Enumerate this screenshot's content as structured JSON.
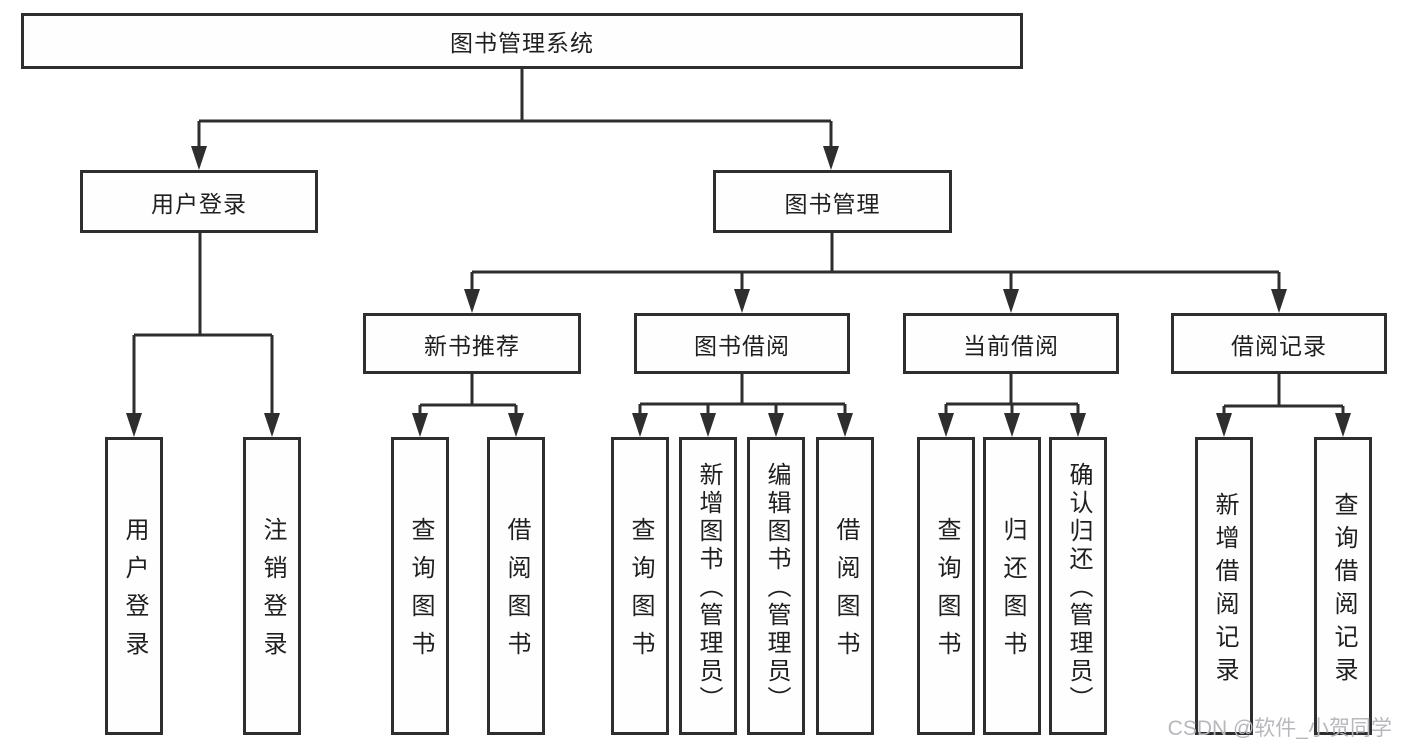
{
  "diagram": {
    "type": "hierarchy-tree",
    "root": {
      "label": "图书管理系统"
    },
    "level2": {
      "user_login": {
        "label": "用户登录"
      },
      "book_mgmt": {
        "label": "图书管理"
      }
    },
    "level3": {
      "new_book_rec": {
        "label": "新书推荐"
      },
      "book_borrow": {
        "label": "图书借阅"
      },
      "current_borrow": {
        "label": "当前借阅"
      },
      "borrow_records": {
        "label": "借阅记录"
      }
    },
    "leaves": {
      "user_login_leaf": {
        "label": "用户登录"
      },
      "logout": {
        "label": "注销登录"
      },
      "rec_query_books": {
        "label": "查询图书"
      },
      "rec_borrow_books": {
        "label": "借阅图书"
      },
      "bb_query_books": {
        "label": "查询图书"
      },
      "bb_add_books": {
        "label": "新增图书（管理员）"
      },
      "bb_edit_books": {
        "label": "编辑图书（管理员）"
      },
      "bb_borrow_books": {
        "label": "借阅图书"
      },
      "cb_query_books": {
        "label": "查询图书"
      },
      "cb_return_books": {
        "label": "归还图书"
      },
      "cb_confirm_return": {
        "label": "确认归还（管理员）"
      },
      "br_add_record": {
        "label": "新增借阅记录"
      },
      "br_query_record": {
        "label": "查询借阅记录"
      }
    },
    "hierarchy": {
      "图书管理系统": [
        "用户登录",
        "图书管理"
      ],
      "用户登录": [
        "用户登录",
        "注销登录"
      ],
      "图书管理": [
        "新书推荐",
        "图书借阅",
        "当前借阅",
        "借阅记录"
      ],
      "新书推荐": [
        "查询图书",
        "借阅图书"
      ],
      "图书借阅": [
        "查询图书",
        "新增图书（管理员）",
        "编辑图书（管理员）",
        "借阅图书"
      ],
      "当前借阅": [
        "查询图书",
        "归还图书",
        "确认归还（管理员）"
      ],
      "借阅记录": [
        "新增借阅记录",
        "查询借阅记录"
      ]
    },
    "colors": {
      "line": "#2e2e2e",
      "border": "#2e2e2e",
      "text": "#1f1f1f",
      "background": "#ffffff",
      "watermark": "#b7b7bc"
    }
  },
  "watermark": {
    "text": "CSDN @软件_小贺同学"
  }
}
